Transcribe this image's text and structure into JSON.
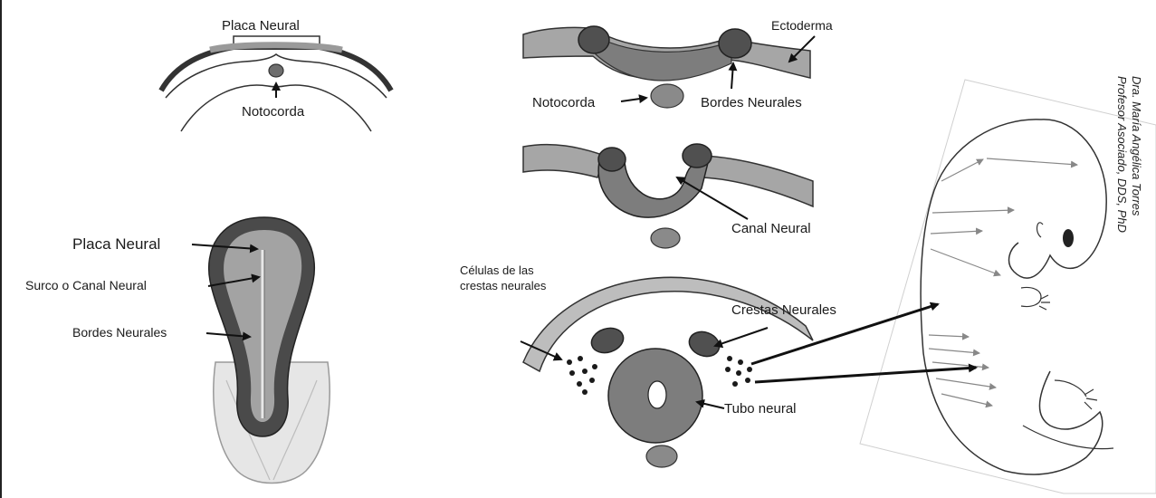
{
  "top_left": {
    "neural_plate_label": "Placa Neural",
    "notochord_label": "Notocorda"
  },
  "embryo_dorsal": {
    "neural_plate_label": "Placa Neural",
    "groove_label": "Surco o Canal Neural",
    "borders_label": "Bordes Neurales"
  },
  "section_1": {
    "ectoderm_label": "Ectoderma",
    "notochord_label": "Notocorda",
    "borders_label": "Bordes Neurales"
  },
  "section_2": {
    "canal_label": "Canal Neural"
  },
  "section_3": {
    "crest_cells_line1": "Células de las",
    "crest_cells_line2": "crestas neurales",
    "crests_label": "Crestas Neurales",
    "tube_label": "Tubo neural"
  },
  "credit": {
    "line1": "Dra. María Angélica Torres",
    "line2": "Profesor Asociado, DDS, PhD"
  },
  "colors": {
    "tissue_light": "#a9a9a9",
    "tissue_mid": "#8a8a8a",
    "tissue_dark": "#4d4d4d",
    "outline": "#222222"
  }
}
